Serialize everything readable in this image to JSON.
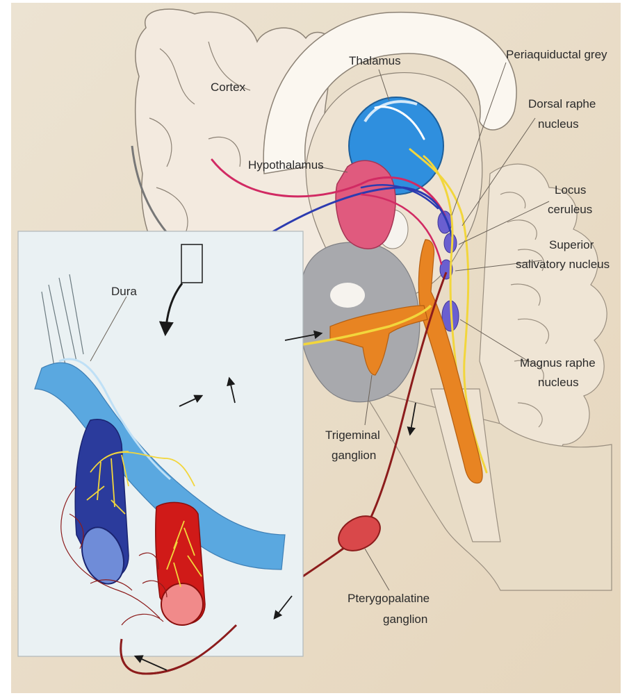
{
  "labels": {
    "cortex": "Cortex",
    "thalamus": "Thalamus",
    "hypothalamus": "Hypothalamus",
    "periaqueductal_grey": "Periaquiductal grey",
    "dorsal_raphe_1": "Dorsal raphe",
    "dorsal_raphe_2": "nucleus",
    "locus_ceruleus_1": "Locus",
    "locus_ceruleus_2": "ceruleus",
    "superior_salivatory_1": "Superior",
    "superior_salivatory_2": "salivatory nucleus",
    "magnus_raphe_1": "Magnus raphe",
    "magnus_raphe_2": "nucleus",
    "trigeminal_1": "Trigeminal",
    "trigeminal_2": "ganglion",
    "pterygopalatine_1": "Pterygopalatine",
    "pterygopalatine_2": "ganglion",
    "dura": "Dura"
  },
  "colors": {
    "background": "#ede2cf",
    "inset": "#eaf1f3",
    "brain": "#f3eadf",
    "brain_outline": "#8c8275",
    "thalamus": "#2f8fde",
    "hypothalamus": "#e05a7e",
    "brainstem_grey": "#a8a9ad",
    "trigeminal": "#e88422",
    "sensory_nerve": "#f2d63c",
    "parasympathetic": "#8c1c1c",
    "vein": "#2b3b9c",
    "artery": "#d01a18",
    "dura_strip": "#5aa8e0"
  }
}
